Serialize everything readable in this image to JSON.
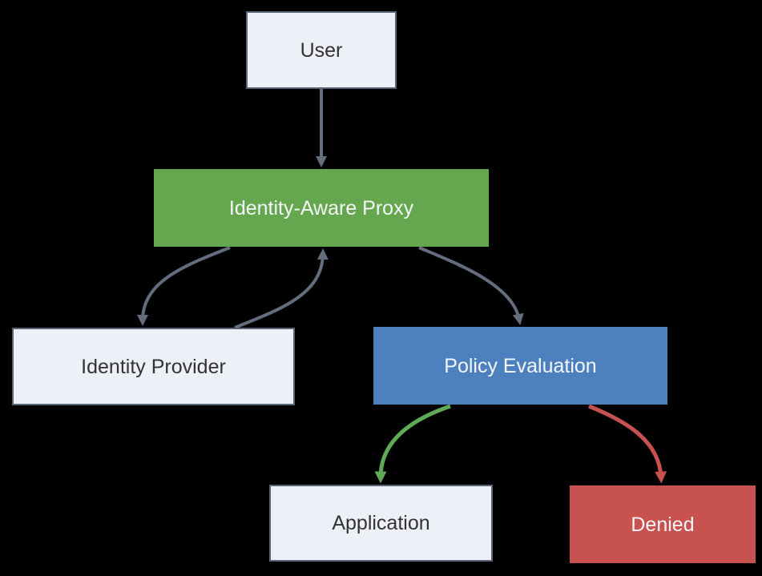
{
  "diagram": {
    "type": "flowchart",
    "direction": "top-down",
    "background_color": "#000000",
    "colors": {
      "node_light_fill": "#edf0f6",
      "node_light_border": "#5a6577",
      "node_light_text": "#333333",
      "node_green_fill": "#65a74e",
      "node_blue_fill": "#4d80bf",
      "node_red_fill": "#c85250",
      "node_colored_text": "#f4f6f8",
      "edge_gray": "#636d7e",
      "edge_green": "#5fa957",
      "edge_red": "#c65150"
    },
    "nodes": [
      {
        "id": "user",
        "label": "User",
        "style": "light"
      },
      {
        "id": "iap",
        "label": "Identity-Aware Proxy",
        "style": "green"
      },
      {
        "id": "idp",
        "label": "Identity Provider",
        "style": "light"
      },
      {
        "id": "policy",
        "label": "Policy Evaluation",
        "style": "blue"
      },
      {
        "id": "application",
        "label": "Application",
        "style": "light"
      },
      {
        "id": "denied",
        "label": "Denied",
        "style": "red"
      }
    ],
    "edges": [
      {
        "from": "user",
        "to": "iap",
        "color": "#636d7e",
        "label": ""
      },
      {
        "from": "iap",
        "to": "idp",
        "color": "#636d7e",
        "label": ""
      },
      {
        "from": "idp",
        "to": "iap",
        "color": "#636d7e",
        "label": ""
      },
      {
        "from": "iap",
        "to": "policy",
        "color": "#636d7e",
        "label": ""
      },
      {
        "from": "policy",
        "to": "application",
        "color": "#5fa957",
        "label": ""
      },
      {
        "from": "policy",
        "to": "denied",
        "color": "#c65150",
        "label": ""
      }
    ]
  }
}
